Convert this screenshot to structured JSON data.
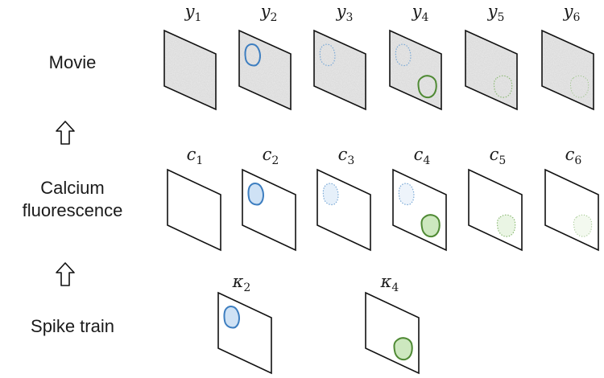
{
  "rows": {
    "movie": {
      "label": "Movie"
    },
    "calcium": {
      "label_line1": "Calcium",
      "label_line2": "fluorescence"
    },
    "spike": {
      "label": "Spike train"
    }
  },
  "movie_frames": [
    {
      "var": "y",
      "sub": "1"
    },
    {
      "var": "y",
      "sub": "2"
    },
    {
      "var": "y",
      "sub": "3"
    },
    {
      "var": "y",
      "sub": "4"
    },
    {
      "var": "y",
      "sub": "5"
    },
    {
      "var": "y",
      "sub": "6"
    }
  ],
  "calcium_frames": [
    {
      "var": "c",
      "sub": "1"
    },
    {
      "var": "c",
      "sub": "2"
    },
    {
      "var": "c",
      "sub": "3"
    },
    {
      "var": "c",
      "sub": "4"
    },
    {
      "var": "c",
      "sub": "5"
    },
    {
      "var": "c",
      "sub": "6"
    }
  ],
  "spike_frames": [
    {
      "var": "κ",
      "sub": "2"
    },
    {
      "var": "κ",
      "sub": "4"
    }
  ],
  "colors": {
    "blue_stroke": "#3d7ec0",
    "blue_fill": "#cfe2f5",
    "green_stroke": "#4f8a34",
    "green_fill": "#cde8bf",
    "frame_stroke": "#111111",
    "noise_fill": "#ebebeb"
  }
}
